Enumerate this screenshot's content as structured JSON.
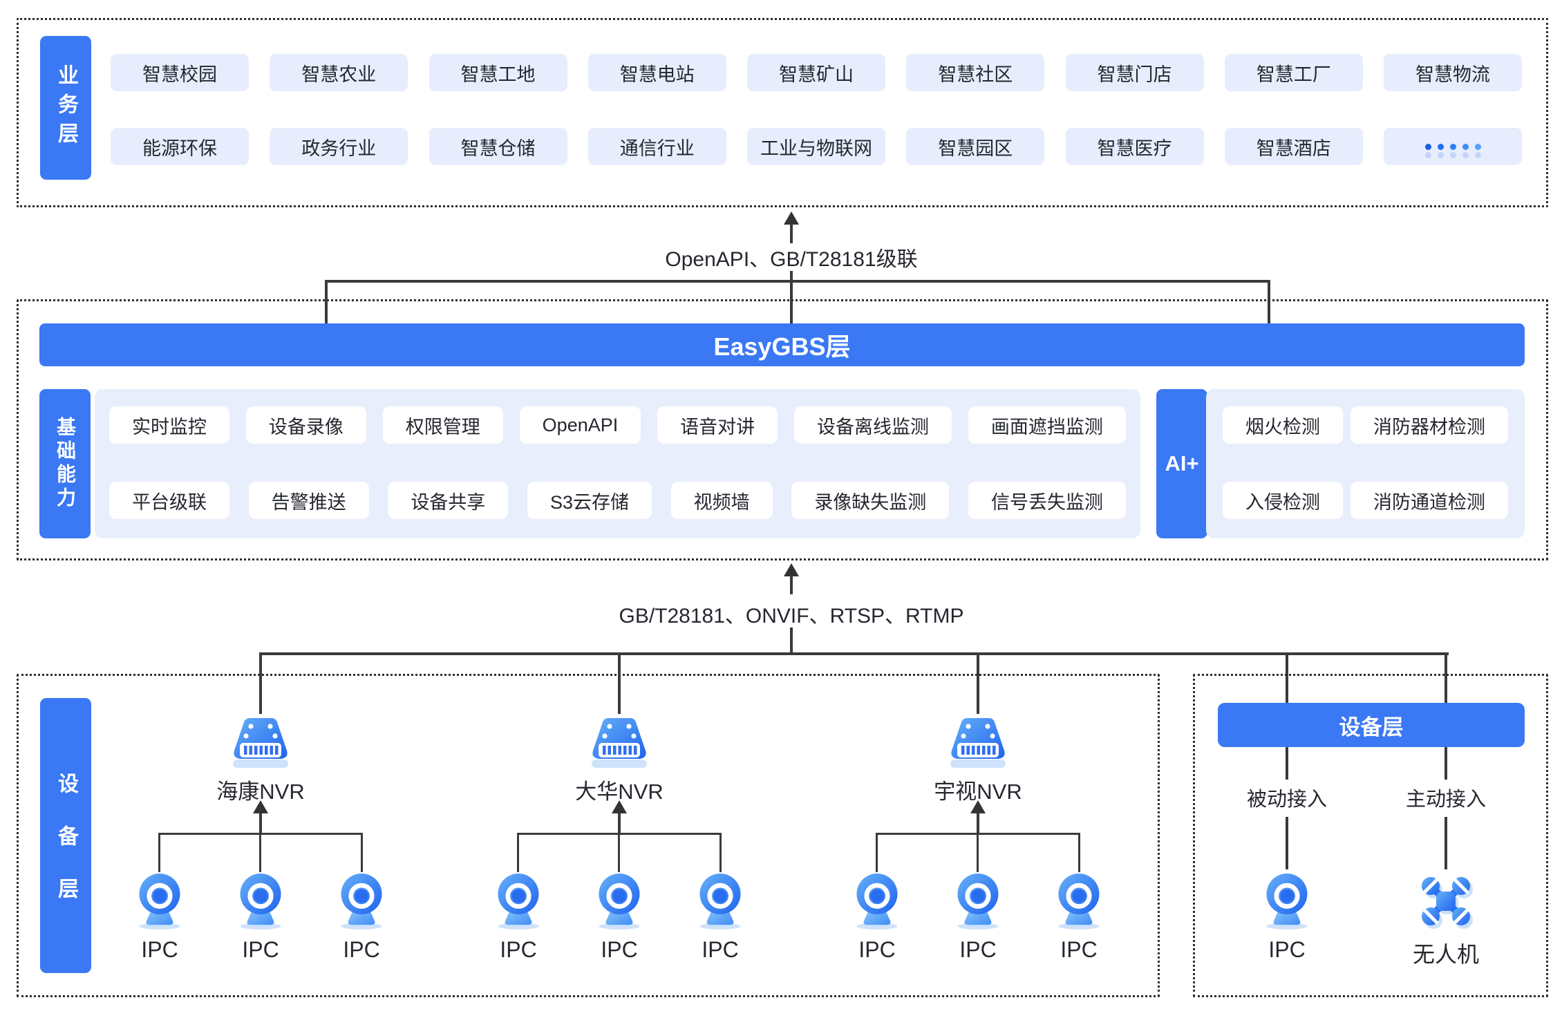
{
  "colors": {
    "primary_blue": "#3a78f4",
    "chip_bg": "#e7edfc",
    "panel_bg": "#e9eefc",
    "text_dark": "#24272e",
    "line_dark": "#3a3a3a",
    "icon_gradient_light": "#5fabf7",
    "icon_gradient_deep": "#1f63ee",
    "icon_shadow": "#cfe2fb",
    "more_dots": [
      "#1a5fe8",
      "#2270f0",
      "#2e7ef4",
      "#3f8ef7",
      "#57a2f9"
    ]
  },
  "icons": {
    "nvr": "nvr-recorder-icon",
    "ipc": "ipc-camera-icon",
    "drone": "drone-icon",
    "more": "more-dots-icon"
  },
  "business_layer": {
    "label": "业务层",
    "rows": [
      [
        "智慧校园",
        "智慧农业",
        "智慧工地",
        "智慧电站",
        "智慧矿山",
        "智慧社区",
        "智慧门店",
        "智慧工厂",
        "智慧物流"
      ],
      [
        "能源环保",
        "政务行业",
        "智慧仓储",
        "通信行业",
        "工业与物联网",
        "智慧园区",
        "智慧医疗",
        "智慧酒店",
        "•••••"
      ]
    ]
  },
  "connectors": {
    "top_label": "OpenAPI、GB/T28181级联",
    "bottom_label": "GB/T28181、ONVIF、RTSP、RTMP"
  },
  "platform_layer": {
    "bar_title": "EasyGBS层",
    "capability": {
      "label": "基础能力",
      "rows": [
        [
          "实时监控",
          "设备录像",
          "权限管理",
          "OpenAPI",
          "语音对讲",
          "设备离线监测",
          "画面遮挡监测"
        ],
        [
          "平台级联",
          "告警推送",
          "设备共享",
          "S3云存储",
          "视频墙",
          "录像缺失监测",
          "信号丢失监测"
        ]
      ]
    },
    "ai": {
      "label": "AI+",
      "rows": [
        [
          "烟火检测",
          "消防器材检测"
        ],
        [
          "入侵检测",
          "消防通道检测"
        ]
      ]
    }
  },
  "device_layer_left": {
    "label": "设备层",
    "nvr_groups": [
      {
        "name": "海康NVR",
        "cameras": [
          "IPC",
          "IPC",
          "IPC"
        ]
      },
      {
        "name": "大华NVR",
        "cameras": [
          "IPC",
          "IPC",
          "IPC"
        ]
      },
      {
        "name": "宇视NVR",
        "cameras": [
          "IPC",
          "IPC",
          "IPC"
        ]
      }
    ]
  },
  "device_layer_right": {
    "header": "设备层",
    "branches": [
      {
        "mode": "被动接入",
        "device": "IPC",
        "icon": "ipc-camera-icon"
      },
      {
        "mode": "主动接入",
        "device": "无人机",
        "icon": "drone-icon"
      }
    ]
  }
}
